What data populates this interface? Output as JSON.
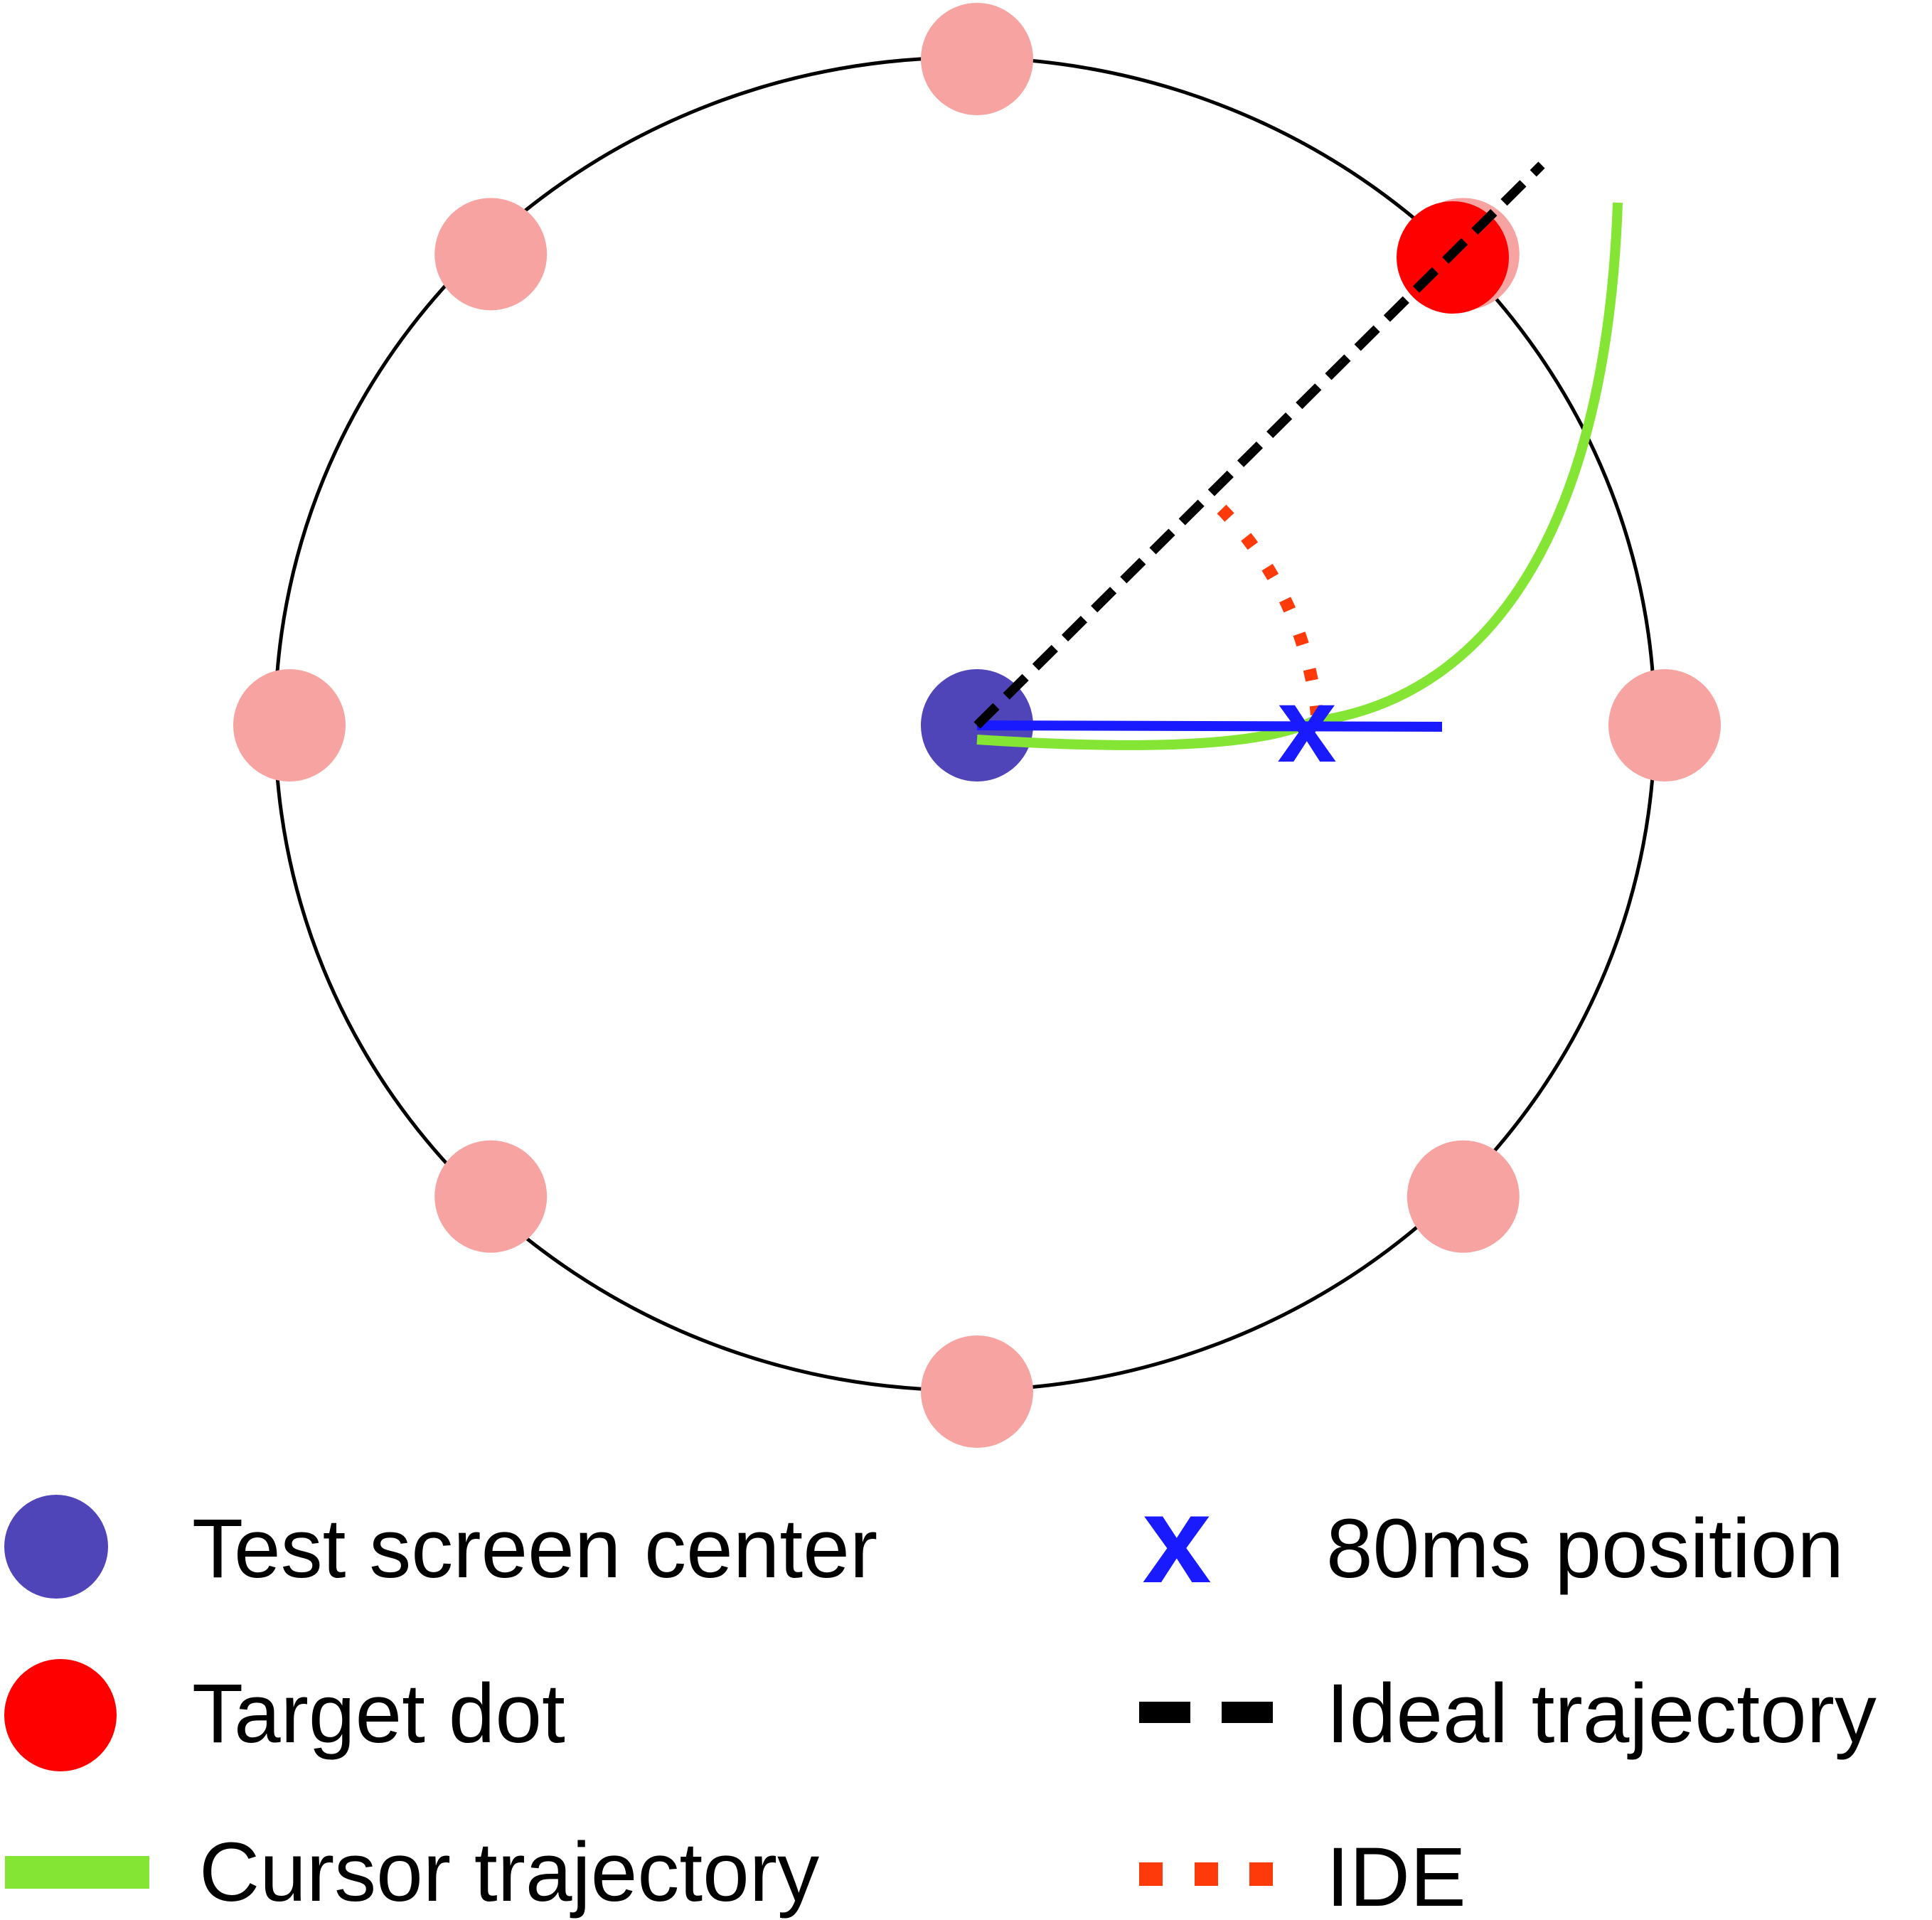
{
  "colors": {
    "background": "#ffffff",
    "outer_circle": "#000000",
    "inactive_target": "#f7a3a2",
    "active_target": "#ff0000",
    "center_dot": "#4f45b8",
    "ideal_trajectory": "#000000",
    "cursor_trajectory": "#85e534",
    "position_marker": "#1a1aff",
    "movement_vector": "#1a1aff",
    "ide_arc": "#ff3a0a"
  },
  "diagram": {
    "inactive_target_count": 8,
    "active_target": "upper-right",
    "marker_glyph": "x"
  },
  "legend": {
    "items": [
      {
        "key": "center",
        "label": "Test screen center",
        "symbol": "filled-circle",
        "color": "#4f45b8"
      },
      {
        "key": "target",
        "label": "Target dot",
        "symbol": "filled-circle",
        "color": "#ff0000"
      },
      {
        "key": "cursor",
        "label": "Cursor trajectory",
        "symbol": "solid-line",
        "color": "#85e534"
      },
      {
        "key": "position80",
        "label": "80ms position",
        "symbol": "x-mark",
        "color": "#1a1aff"
      },
      {
        "key": "ideal",
        "label": "Ideal trajectory",
        "symbol": "dashed-line",
        "color": "#000000"
      },
      {
        "key": "ide",
        "label": "IDE",
        "symbol": "dotted-line",
        "color": "#ff3a0a"
      }
    ]
  }
}
